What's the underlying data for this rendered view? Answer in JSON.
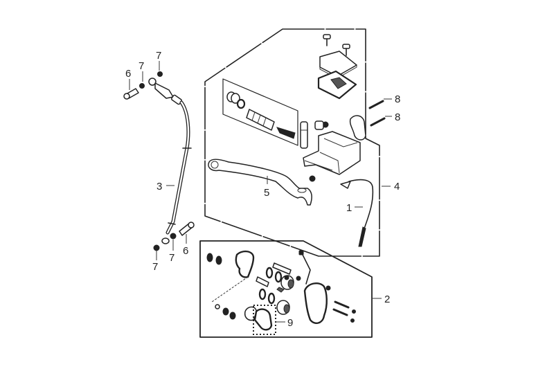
{
  "diagram": {
    "type": "exploded-parts-view",
    "subject": "Front brake master cylinder, hose and caliper",
    "line_color": "#222222",
    "background": "#ffffff"
  },
  "callouts": [
    {
      "id": "c6a",
      "label": "6",
      "part": "hose bolt (upper)"
    },
    {
      "id": "c7a",
      "label": "7",
      "part": "sealing washer (upper, inner)"
    },
    {
      "id": "c7b",
      "label": "7",
      "part": "sealing washer (upper, outer)"
    },
    {
      "id": "c3",
      "label": "3",
      "part": "brake hose"
    },
    {
      "id": "c7c",
      "label": "7",
      "part": "sealing washer (lower, outer)"
    },
    {
      "id": "c7d",
      "label": "7",
      "part": "sealing washer (lower, inner)"
    },
    {
      "id": "c6b",
      "label": "6",
      "part": "hose bolt (lower)"
    },
    {
      "id": "c5",
      "label": "5",
      "part": "brake lever"
    },
    {
      "id": "c1",
      "label": "1",
      "part": "brake light switch"
    },
    {
      "id": "c4",
      "label": "4",
      "part": "master cylinder assembly"
    },
    {
      "id": "c8a",
      "label": "8",
      "part": "holder bolt (upper)"
    },
    {
      "id": "c8b",
      "label": "8",
      "part": "holder bolt (lower)"
    },
    {
      "id": "c2",
      "label": "2",
      "part": "brake caliper assembly"
    },
    {
      "id": "c9",
      "label": "9",
      "part": "brake pad set"
    }
  ]
}
